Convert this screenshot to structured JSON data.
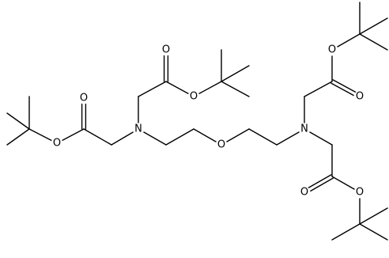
{
  "molecule": {
    "atom_labels": {
      "o_carbonyl_top": "O",
      "o_ester_top": "O",
      "o_carbonyl_left": "O",
      "o_ester_left": "O",
      "n_left": "N",
      "o_ether": "O",
      "n_right": "N",
      "o_ester_upper_right": "O",
      "o_carbonyl_upper_right": "O",
      "o_carbonyl_lower_right": "O",
      "o_ester_lower_right": "O"
    }
  },
  "colors": {
    "bond": "#000000",
    "background": "#ffffff"
  }
}
